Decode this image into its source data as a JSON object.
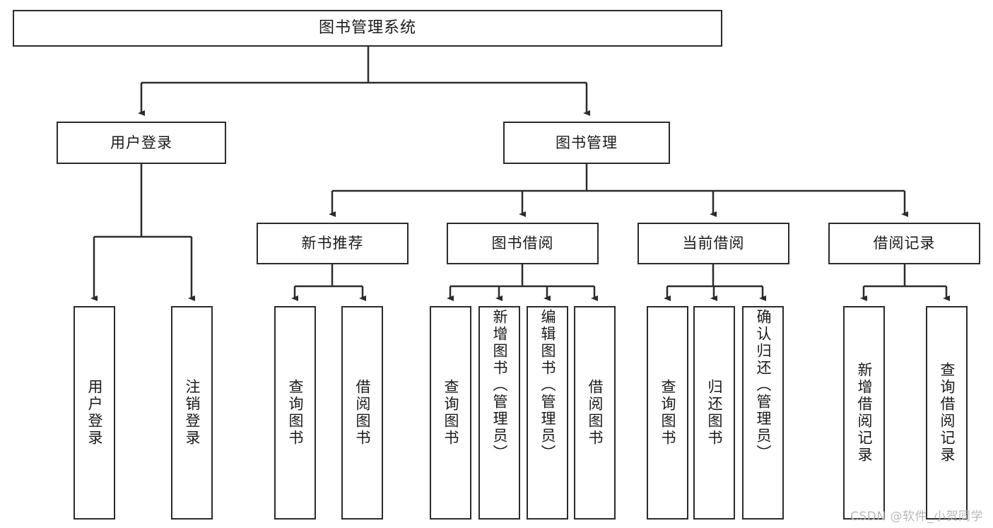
{
  "diagram": {
    "title": "图书管理系统",
    "type": "tree-hierarchy-diagram",
    "watermark": "CSDN @软件_小贺同学",
    "colors": {
      "stroke": "#2b2b2b",
      "background": "#ffffff",
      "text": "#1a1a1a",
      "watermark": "#b9b9b9"
    },
    "root": {
      "label": "图书管理系统"
    },
    "level2": [
      {
        "label": "用户登录"
      },
      {
        "label": "图书管理"
      }
    ],
    "level3": [
      {
        "label": "新书推荐"
      },
      {
        "label": "图书借阅"
      },
      {
        "label": "当前借阅"
      },
      {
        "label": "借阅记录"
      }
    ],
    "leaves": {
      "user_login": [
        {
          "label": "用户登录"
        },
        {
          "label": "注销登录"
        }
      ],
      "new_book_recommend": [
        {
          "label": "查询图书"
        },
        {
          "label": "借阅图书"
        }
      ],
      "book_borrow": [
        {
          "label": "查询图书"
        },
        {
          "label": "新增图书（管理员）"
        },
        {
          "label": "编辑图书（管理员）"
        },
        {
          "label": "借阅图书"
        }
      ],
      "current_borrow": [
        {
          "label": "查询图书"
        },
        {
          "label": "归还图书"
        },
        {
          "label": "确认归还（管理员）"
        }
      ],
      "borrow_record": [
        {
          "label": "新增借阅记录"
        },
        {
          "label": "查询借阅记录"
        }
      ]
    }
  }
}
